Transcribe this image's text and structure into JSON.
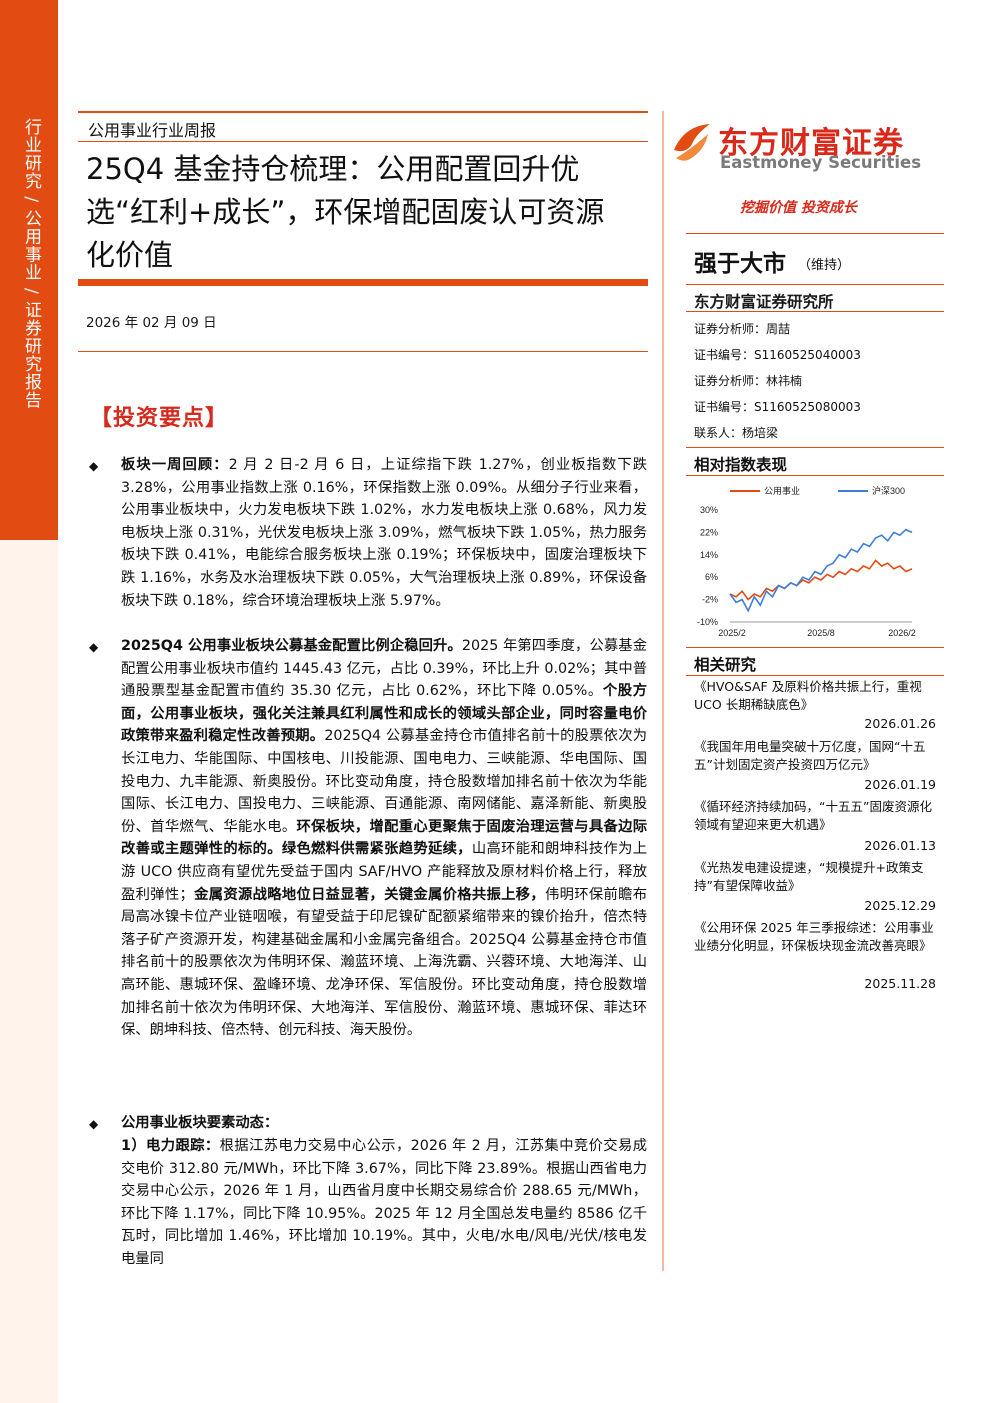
{
  "sidebar": {
    "label": "行业研究 / 公用事业 / 证券研究报告"
  },
  "header": {
    "report_type": "公用事业行业周报",
    "title_lines": [
      "25Q4 基金持仓梳理：公用配置回升优",
      "选“红利+成长”，环保增配固废认可资源",
      "化价值"
    ],
    "date": "2026 年 02 月 09 日"
  },
  "brand": {
    "name_cn": "东方财富证券",
    "name_en": "Eastmoney Securities",
    "slogan": "挖掘价值 投资成长",
    "accent_color": "#e24b12",
    "logo_icon": "eastmoney-logo-icon"
  },
  "rating": {
    "label": "强于大市",
    "note": "（维持）"
  },
  "institute": "东方财富证券研究所",
  "analysts": [
    "证券分析师：周喆",
    "证书编号：S1160525040003",
    "证券分析师：林祎楠",
    "证书编号：S1160525080003",
    "联系人：杨培梁"
  ],
  "key_points_heading": "【投资要点】",
  "bullet_symbol": "◆",
  "para1": {
    "lead": "板块一周回顾：",
    "body": "2 月 2 日-2 月 6 日，上证综指下跌 1.27%，创业板指数下跌 3.28%，公用事业指数上涨 0.16%，环保指数上涨 0.09%。从细分子行业来看，公用事业板块中，火力发电板块下跌 1.02%，水力发电板块上涨 0.68%，风力发电板块上涨 0.31%，光伏发电板块上涨 3.09%，燃气板块下跌 1.05%，热力服务板块下跌 0.41%，电能综合服务板块上涨 0.19%；环保板块中，固废治理板块下跌 1.16%，水务及水治理板块下跌 0.05%，大气治理板块上涨 0.89%，环保设备板块下跌 0.18%，综合环境治理板块上涨 5.97%。"
  },
  "para2": {
    "b1": "2025Q4 公用事业板块公募基金配置比例企稳回升。",
    "t1": "2025 年第四季度，公募基金配置公用事业板块市值约 1445.43 亿元，占比 0.39%，环比上升 0.02%；其中普通股票型基金配置市值约 35.30 亿元，占比 0.62%，环比下降 0.05%。",
    "b2": "个股方面，公用事业板块，强化关注兼具红利属性和成长的领域头部企业，同时容量电价政策带来盈利稳定性改善预期。",
    "t2": "2025Q4 公募基金持仓市值排名前十的股票依次为长江电力、华能国际、中国核电、川投能源、国电电力、三峡能源、华电国际、国投电力、九丰能源、新奥股份。环比变动角度，持仓股数增加排名前十依次为华能国际、长江电力、国投电力、三峡能源、百通能源、南网储能、嘉泽新能、新奥股份、首华燃气、华能水电。",
    "b3": "环保板块，增配重心更聚焦于固废治理运营与具备边际改善或主题弹性的标的。绿色燃料供需紧张趋势延续，",
    "t3": "山高环能和朗坤科技作为上游 UCO 供应商有望优先受益于国内 SAF/HVO 产能释放及原材料价格上行，释放盈利弹性；",
    "b4": "金属资源战略地位日益显著，关键金属价格共振上移，",
    "t4": "伟明环保前瞻布局高冰镍卡位产业链咽喉，有望受益于印尼镍矿配额紧缩带来的镍价抬升，倍杰特落子矿产资源开发，构建基础金属和小金属完备组合。2025Q4 公募基金持仓市值排名前十的股票依次为伟明环保、瀚蓝环境、上海洗霸、兴蓉环境、大地海洋、山高环能、惠城环保、盈峰环境、龙净环保、军信股份。环比变动角度，持仓股数增加排名前十依次为伟明环保、大地海洋、军信股份、瀚蓝环境、惠城环保、菲达环保、朗坤科技、倍杰特、创元科技、海天股份。"
  },
  "para3": {
    "lead": "公用事业板块要素动态："
  },
  "para4": {
    "lead": "1）电力跟踪：",
    "body": "根据江苏电力交易中心公示，2026 年 2 月，江苏集中竞价交易成交电价 312.80 元/MWh，环比下降 3.67%，同比下降 23.89%。根据山西省电力交易中心公示，2026 年 1 月，山西省月度中长期交易综合价 288.65 元/MWh，环比下降 1.17%，同比下降 10.95%。2025 年 12 月全国总发电量约 8586 亿千瓦时，同比增加 1.46%，环比增加 10.19%。其中，火电/水电/风电/光伏/核电发电量同"
  },
  "index_section": {
    "heading": "相对指数表现"
  },
  "chart_data": {
    "type": "line",
    "series": [
      {
        "name": "公用事业",
        "color": "#e24b12",
        "values": [
          0,
          -1,
          1,
          -2,
          0,
          -1,
          2,
          1,
          3,
          2,
          4,
          3,
          5,
          4,
          6,
          5,
          7,
          6,
          8,
          7,
          9,
          8,
          10,
          9,
          12,
          10,
          11,
          9,
          10,
          8,
          9
        ]
      },
      {
        "name": "沪深300",
        "color": "#3f7fd6",
        "values": [
          0,
          -3,
          -2,
          -6,
          -1,
          -4,
          1,
          -1,
          3,
          2,
          4,
          3,
          6,
          5,
          8,
          7,
          10,
          11,
          14,
          13,
          16,
          15,
          18,
          17,
          20,
          21,
          19,
          22,
          21,
          23,
          22
        ]
      }
    ],
    "x_tick_labels": [
      "2025/2",
      "2025/8",
      "2026/2"
    ],
    "y_tick_labels": [
      "30%",
      "22%",
      "14%",
      "6%",
      "-2%",
      "-10%"
    ],
    "ylim": [
      -10,
      30
    ],
    "grid": false,
    "legend_placement": "top"
  },
  "related_research": {
    "heading": "相关研究",
    "items": [
      {
        "title": "《HVO&SAF 及原料价格共振上行，重视 UCO 长期稀缺底色》",
        "date": "2026.01.26"
      },
      {
        "title": "《我国年用电量突破十万亿度，国网“十五五”计划固定资产投资四万亿元》",
        "date": "2026.01.19"
      },
      {
        "title": "《循环经济持续加码，“十五五”固废资源化领域有望迎来更大机遇》",
        "date": "2026.01.13"
      },
      {
        "title": "《光热发电建设提速，“规模提升+政策支持”有望保障收益》",
        "date": "2025.12.29"
      },
      {
        "title": "《公用环保 2025 年三季报综述：公用事业业绩分化明显，环保板块现金流改善亮眼》",
        "date": "2025.11.28"
      }
    ]
  }
}
